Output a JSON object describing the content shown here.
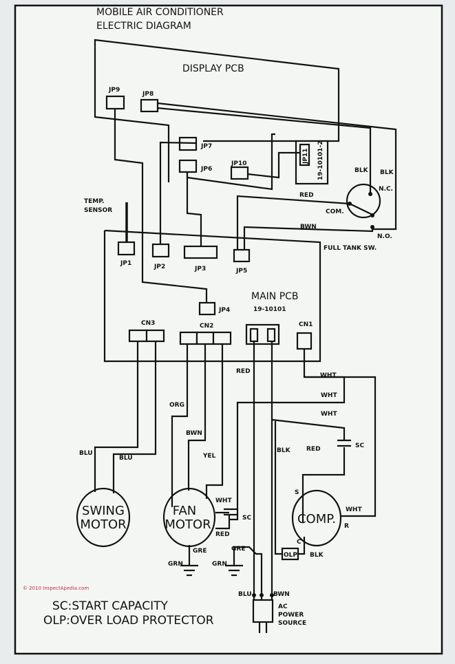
{
  "title": {
    "line1": "MOBILE AIR CONDITIONER",
    "line2": "ELECTRIC DIAGRAM"
  },
  "display_pcb": {
    "label": "DISPLAY PCB",
    "connectors": [
      "JP9",
      "JP8",
      "JP7",
      "JP6",
      "JP10",
      "JP11"
    ],
    "module_code": "19-10101-2"
  },
  "switch": {
    "blk1": "BLK",
    "blk2": "BLK",
    "nc": "N.C.",
    "com": "COM.",
    "no": "N.O.",
    "red": "RED",
    "bwn": "BWN",
    "label": "FULL TANK SW."
  },
  "sensor": {
    "line1": "TEMP.",
    "line2": "SENSOR"
  },
  "main_pcb": {
    "label": "MAIN PCB",
    "code": "19-10101",
    "connectors": [
      "JP1",
      "JP2",
      "JP3",
      "JP5",
      "JP4",
      "CN3",
      "CN2",
      "CN1"
    ]
  },
  "wires": {
    "red_top": "RED",
    "wht1": "WHT",
    "wht2": "WHT",
    "wht3": "WHT",
    "org": "ORG",
    "bwn": "BWN",
    "yel": "YEL",
    "blu1": "BLU",
    "blu2": "BLU",
    "blk": "BLK",
    "red_comp": "RED",
    "sc_comp": "SC",
    "wht_fan": "WHT",
    "sc_fan": "SC",
    "red_fan": "RED",
    "wht_comp": "WHT",
    "gre1": "GRE",
    "gre2": "GRE",
    "grn1": "GRN",
    "grn2": "GRN",
    "blk_olp": "BLK",
    "blu_plug": "BLU",
    "bwn_plug": "BWN"
  },
  "components": {
    "swing1": "SWING",
    "swing2": "MOTOR",
    "fan1": "FAN",
    "fan2": "MOTOR",
    "comp": "COMP.",
    "s": "S",
    "r": "R",
    "c": "C",
    "olp": "OLP"
  },
  "power": {
    "line1": "AC",
    "line2": "POWER",
    "line3": "SOURCE"
  },
  "legend": {
    "sc": "SC:START CAPACITY",
    "olp": "OLP:OVER LOAD PROTECTOR"
  },
  "watermark": "© 2010 InspectApedia.com",
  "colors": {
    "paper": "#f4f6f4",
    "ink": "#111111",
    "watermark": "#c0303a"
  }
}
